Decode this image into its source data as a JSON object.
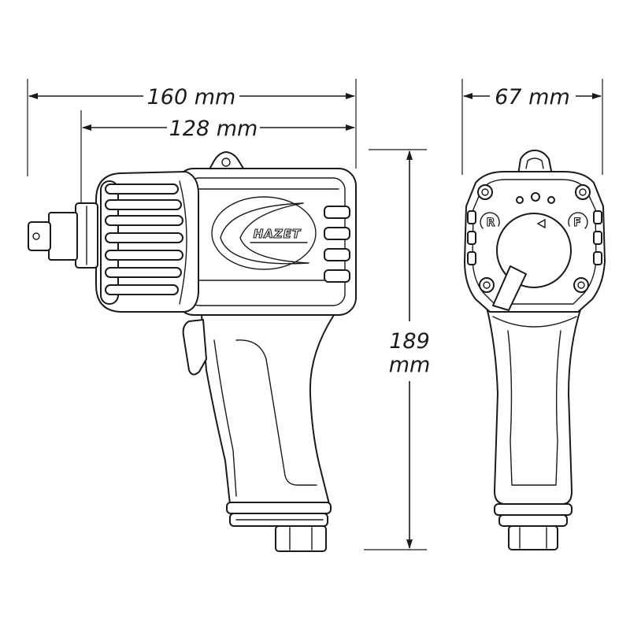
{
  "dimensions": {
    "overall_length": "160 mm",
    "body_length": "128 mm",
    "width": "67 mm",
    "height_value": "189",
    "height_unit": "mm"
  },
  "tool": {
    "brand": "HAZET",
    "reverse_label": "R",
    "forward_label": "F"
  },
  "colors": {
    "line": "#1a1a1a",
    "background": "#ffffff"
  }
}
